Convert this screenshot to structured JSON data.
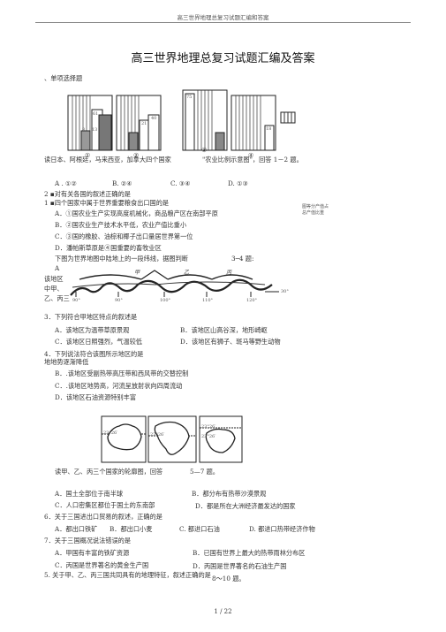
{
  "header": "高三世界地理总复习试题汇编和答案",
  "title": "高三世界地理总复习试题汇编及答案",
  "section": "、单项选择题",
  "fig1": {
    "labels": [
      "①",
      "②",
      "③",
      "④"
    ],
    "values": {
      "c1": [
        "61",
        "8",
        "13"
      ],
      "c2": [
        "40",
        "21"
      ],
      "c3": [
        "75"
      ],
      "c4": [
        "18"
      ]
    }
  },
  "intro1": "读日本、阿根廷，马来西亚，加拿大四个国家",
  "intro1b": "\"农业比例示意图\"，回答 1－2 题。",
  "legend": "图等分产值占\n总产值比重",
  "q1_options": [
    "A . ①②",
    "B. ②④",
    "C. ③④",
    "D. ①③"
  ],
  "q2": "2 ▪对有关各国的叙述正确的是",
  "q2_lead": "1 ▪四个国家中属于世界重要粮食出口国的是",
  "q2_a": "A．①国农业生产实现高度机械化，商品粮产区在南部平原",
  "q2_b": "B．②国农业生产技术水平低，农业产值比重小",
  "q2_c": "C．③国的橡胶、油棕和椰子出口量居世界第一位",
  "q2_d": "D．潘帕斯草原是④国重要的畜牧业区",
  "intro2": "下图为世界地图中陆地上的一段纬线，据图判断",
  "intro2b": "3─4 题:",
  "side_labels": [
    "A",
    "该地区",
    "中甲、",
    "乙、丙三"
  ],
  "latitude": {
    "ticks": [
      "90°",
      "90°",
      "100°",
      "110°",
      "120°"
    ],
    "braces": [
      "甲",
      "乙",
      "丙"
    ],
    "right": "30°"
  },
  "q3": "3．下列符合甲地区特点的叙述是",
  "q3_options": [
    "A．该地区为温带草原景观",
    "B．该地区山高谷深，地形崎岖",
    "C．该地区日照强烈，气温较低",
    "D．该地区有狮子、斑马等野生动物"
  ],
  "q4": "4．下列说法符合该图所示地区的是",
  "q4_sub": "地地势逐渐降低",
  "q4_b": "B．.该地区受副热带高压带和西风带的交替控制",
  "q4_c": "C．.该地区地势高，河流呈放射状向四周流动",
  "q4_d": "D．该地区石油资源特别丰富",
  "map_labels": {
    "m1": "23°26′",
    "m2": "23°26′",
    "m3": "23°26′",
    "m4": "23°26′"
  },
  "intro3": "读甲、乙、丙三个国家的轮廓图，回答",
  "intro3b": "5—7 题。",
  "q5_options": [
    "A．国土全部位于南半球",
    "B．都分布有热带沙漠景观",
    "C．人口密集区都位于国土的东南部",
    "D．都是所在大洲经济最发达的国家"
  ],
  "q6": "6．关于三国进出口贸易的叙述，正确的是",
  "q6_options": [
    "A．都出口铁矿",
    "B．都出口小麦",
    "C. 都进口石油",
    "D. 都进口热带经济作物"
  ],
  "q7": "7．关于三国概况说法错误的是",
  "q7_options": [
    "A．甲国有丰富的铁矿资源",
    "B．已国有世界上最大的热带雨林分布区",
    "C．丙国是世界著名的黄金生产国",
    "D．丙国是世界著名的石油生产国"
  ],
  "q5": "5.    关于甲、乙、丙三国共同具有的地理特征，叙述正确的是",
  "q5_end": "8～10 题。",
  "footer": "1 / 22"
}
